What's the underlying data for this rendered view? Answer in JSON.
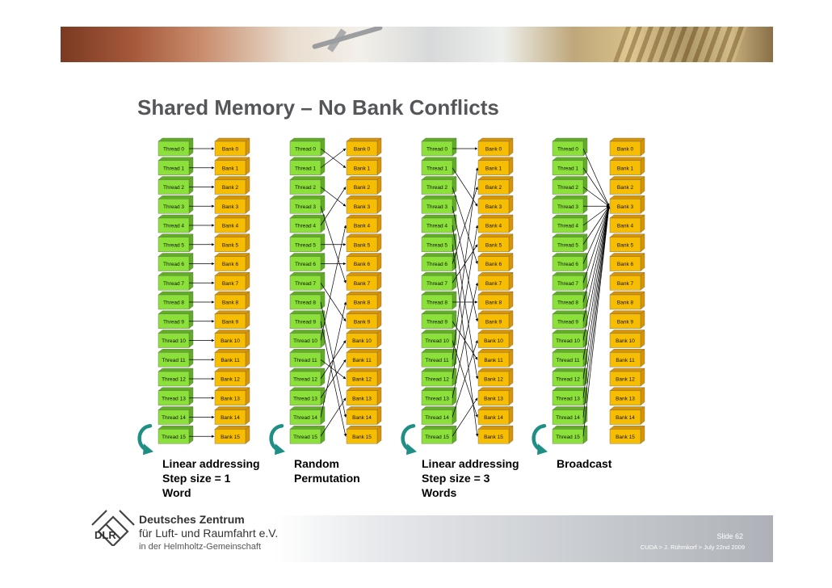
{
  "header": {
    "title": "Shared Memory – No Bank Conflicts"
  },
  "threads": [
    "Thread 0",
    "Thread 1",
    "Thread 2",
    "Thread 3",
    "Thread 4",
    "Thread 5",
    "Thread 6",
    "Thread 7",
    "Thread 8",
    "Thread 9",
    "Thread 10",
    "Thread 11",
    "Thread 12",
    "Thread 13",
    "Thread 14",
    "Thread 15"
  ],
  "banks": [
    "Bank 0",
    "Bank 1",
    "Bank 2",
    "Bank 3",
    "Bank 4",
    "Bank 5",
    "Bank 6",
    "Bank 7",
    "Bank 8",
    "Bank 9",
    "Bank 10",
    "Bank 11",
    "Bank 12",
    "Bank 13",
    "Bank 14",
    "Bank 15"
  ],
  "panels": [
    {
      "caption": [
        "Linear addressing",
        "Step size = 1",
        "Word"
      ],
      "mapping": [
        0,
        1,
        2,
        3,
        4,
        5,
        6,
        7,
        8,
        9,
        10,
        11,
        12,
        13,
        14,
        15
      ]
    },
    {
      "caption": [
        "Random",
        "Permutation"
      ],
      "mapping": [
        1,
        0,
        3,
        7,
        2,
        5,
        6,
        9,
        14,
        15,
        4,
        12,
        10,
        11,
        8,
        13
      ]
    },
    {
      "caption": [
        "Linear addressing",
        "Step size = 3",
        "Words"
      ],
      "mapping": [
        0,
        3,
        6,
        9,
        12,
        15,
        2,
        5,
        8,
        11,
        14,
        1,
        4,
        7,
        10,
        13
      ]
    },
    {
      "caption": [
        "Broadcast"
      ],
      "mapping": [
        3,
        3,
        3,
        3,
        3,
        3,
        3,
        3,
        3,
        3,
        3,
        3,
        3,
        3,
        3,
        3
      ]
    }
  ],
  "footer": {
    "logo_text": "DLR",
    "org_line1": "Deutsches Zentrum",
    "org_line2": "für Luft- und Raumfahrt e.V.",
    "org_line3": "in der Helmholtz-Gemeinschaft",
    "slide_label": "Slide 62",
    "credit": "CUDA > J. Rühmkorf > July 22nd 2009"
  },
  "colors": {
    "thread_fill": "#8be13a",
    "thread_side": "#5fb020",
    "bank_fill": "#f7bd00",
    "bank_side": "#d99400",
    "arrow_teal": "#1f8f86",
    "title": "#55565a"
  }
}
